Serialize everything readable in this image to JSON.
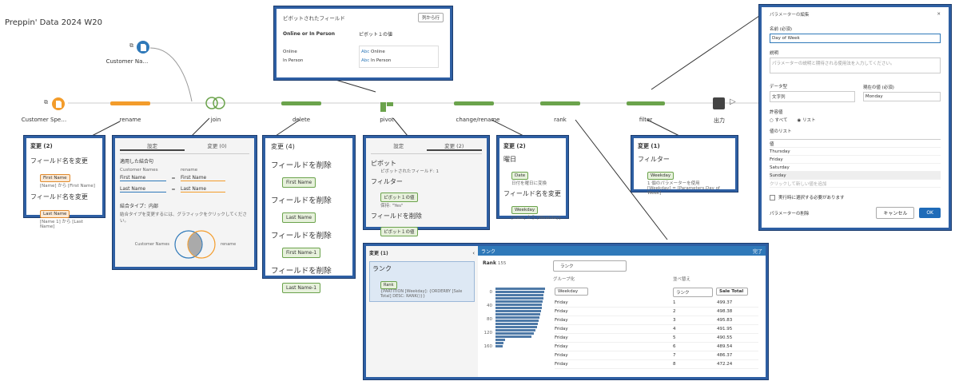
{
  "page_title": "Preppin' Data   2024   W20",
  "flow": {
    "input_customer_name": "Customer Na…",
    "input_customer_spend": "Customer Spe…",
    "steps": [
      "rename",
      "join",
      "delete",
      "pivot",
      "change/rename",
      "rank",
      "filter",
      "出力"
    ]
  },
  "pivot_panel": {
    "title": "ピボットされたフィールド",
    "dropdown": "列から行",
    "col1": "Online or In Person",
    "col2": "ピボット１の値",
    "rows_left": [
      "Online",
      "In Person"
    ],
    "rows_right": [
      "Online",
      "In Person"
    ],
    "abc": "Abc"
  },
  "param_dialog": {
    "title": "パラメーターの編集",
    "name_label": "名前 (必須)",
    "name_value": "Day of Week",
    "desc_label": "説明",
    "desc_placeholder": "パラメーターの説明と期待される使用法を入力してください。",
    "datatype_label": "データ型",
    "datatype_value": "文字列",
    "current_label": "現在の値 (必須)",
    "current_value": "Monday",
    "allowed_label": "許容値",
    "radio_all": "すべて",
    "radio_list": "リスト",
    "list_label": "値のリスト",
    "list_header": "値",
    "list_items": [
      "Thursday",
      "Friday",
      "Saturday",
      "Sunday"
    ],
    "list_add": "クリックして新しい値を追加",
    "require_label": "実行時に選択する必要があります",
    "delete_label": "パラメーターの削除",
    "cancel": "キャンセル",
    "ok": "OK"
  },
  "rename_panel": {
    "header": "変更 (2)",
    "items": [
      {
        "title": "フィールド名を変更",
        "tag": "First Name",
        "desc": "[Name] から [First Name]"
      },
      {
        "title": "フィールド名を変更",
        "tag": "Last Name",
        "desc": "[Name 1] から [Last Name]"
      }
    ]
  },
  "join_panel": {
    "tab_settings": "設定",
    "tab_changes": "変更 (0)",
    "applied_label": "適用した結合句",
    "left_header": "Customer Names",
    "right_header": "rename",
    "clauses": [
      {
        "left": "First Name",
        "op": "=",
        "right": "First Name"
      },
      {
        "left": "Last Name",
        "op": "=",
        "right": "Last Name"
      }
    ],
    "join_type": "結合タイプ：内部",
    "join_hint": "結合タイプを変更するには、グラフィックをクリックしてください。",
    "venn_left": "Customer Names",
    "venn_right": "rename"
  },
  "delete_panel": {
    "header": "変更 (4)",
    "items": [
      {
        "title": "フィールドを削除",
        "tag": "First Name"
      },
      {
        "title": "フィールドを削除",
        "tag": "Last Name"
      },
      {
        "title": "フィールドを削除",
        "tag": "First Name-1"
      },
      {
        "title": "フィールドを削除",
        "tag": "Last Name-1"
      }
    ]
  },
  "pivot_changes": {
    "tab_settings": "設定",
    "tab_changes": "変更 (2)",
    "items": [
      {
        "title": "ピボット",
        "desc": "ピボットされたフィールド: 1"
      },
      {
        "title": "フィルター",
        "tag": "ピボット１の値",
        "desc": "保持: \"Yes\""
      },
      {
        "title": "フィールドを削除",
        "tag": "ピボット１の値"
      }
    ]
  },
  "change_panel": {
    "header": "変更 (2)",
    "items": [
      {
        "title": "曜日",
        "tag": "Date",
        "desc": "日付を曜日に変換"
      },
      {
        "title": "フィールド名を変更",
        "tag": "Weekday",
        "desc": "[Date] から [Weekday]"
      }
    ]
  },
  "filter_panel": {
    "header": "変更 (1)",
    "title": "フィルター",
    "tag": "Weekday",
    "desc1": "1 個のパラメーターを使用",
    "desc2": "[Weekday] = [Parameters.Day of Week]"
  },
  "rank_panel": {
    "header": "変更 (1)",
    "item_title": "ランク",
    "item_tag": "Rank",
    "item_desc": "{PARTITION [Weekday]: {ORDERBY [Sale Total] DESC: RANK()}}",
    "right_title": "ランク",
    "done": "完了",
    "rank_label": "Rank",
    "rank_count": "155",
    "dropdown": "ランク",
    "group_label": "グループ化",
    "sort_label": "並べ替え",
    "group_field": "Weekday",
    "sort_field": "ランク",
    "sort_field2": "Sale Total",
    "y_ticks": [
      "0",
      "40",
      "80",
      "120",
      "160"
    ],
    "rows": [
      {
        "day": "Friday",
        "rank": "1",
        "sale": "499.37"
      },
      {
        "day": "Friday",
        "rank": "2",
        "sale": "498.38"
      },
      {
        "day": "Friday",
        "rank": "3",
        "sale": "495.83"
      },
      {
        "day": "Friday",
        "rank": "4",
        "sale": "491.95"
      },
      {
        "day": "Friday",
        "rank": "5",
        "sale": "490.55"
      },
      {
        "day": "Friday",
        "rank": "6",
        "sale": "489.54"
      },
      {
        "day": "Friday",
        "rank": "7",
        "sale": "486.37"
      },
      {
        "day": "Friday",
        "rank": "8",
        "sale": "472.24"
      }
    ],
    "bar_lengths": [
      0.62,
      0.61,
      0.6,
      0.6,
      0.59,
      0.58,
      0.58,
      0.57,
      0.56,
      0.55,
      0.54,
      0.53,
      0.52,
      0.5,
      0.48,
      0.45,
      0.12,
      0.1,
      0.09
    ]
  },
  "colors": {
    "accent": "#2e5fa3",
    "orange": "#f39c2b",
    "green": "#6ba34c",
    "blue": "#2f79b9"
  }
}
